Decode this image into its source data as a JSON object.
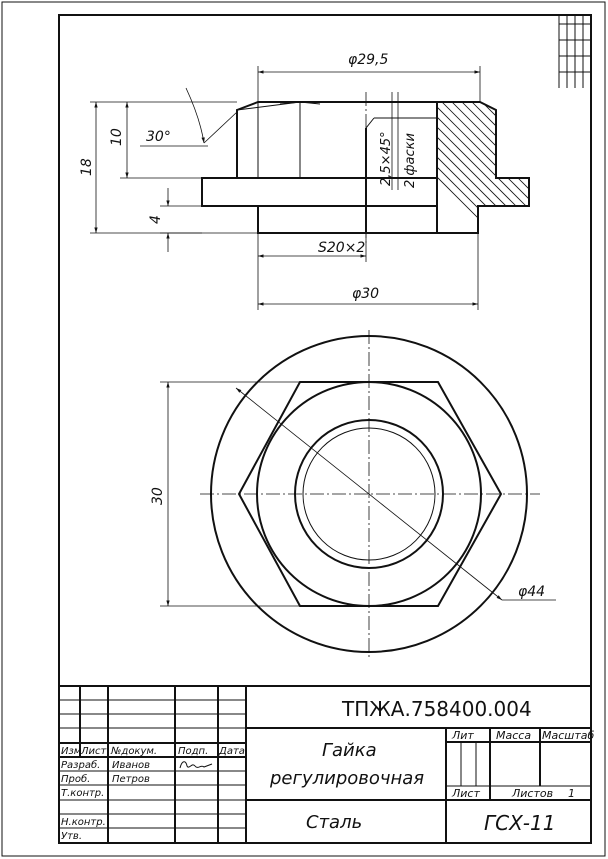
{
  "dimensions": {
    "d_head": "φ29,5",
    "h_total": "18",
    "h_head": "10",
    "angle": "30°",
    "chamfer": "2,5×45°",
    "chamfer_note": "2 фаски",
    "h_collar": "4",
    "thread": "S20×2",
    "d_thread": "φ30",
    "flats": "30",
    "d_collar": "φ44"
  },
  "title_block": {
    "doc_number": "ТПЖА.758400.004",
    "name_line1": "Гайка",
    "name_line2": "регулировочная",
    "material": "Сталь",
    "org": "ГСХ-11",
    "lit_label": "Лит",
    "mass_label": "Масса",
    "scale_label": "Масштаб",
    "sheet_label": "Лист",
    "sheets_label": "Листов",
    "sheets_value": "1",
    "col_izm": "Изм",
    "col_list": "Лист",
    "col_doc": "№докум.",
    "col_sign": "Подп.",
    "col_date": "Дата",
    "row_razrab": "Разраб.",
    "row_prov": "Проб.",
    "row_tkontr": "Т.контр.",
    "row_nkontr": "Н.контр.",
    "row_utv": "Утв.",
    "razrab_name": "Иванов",
    "prov_name": "Петров"
  }
}
